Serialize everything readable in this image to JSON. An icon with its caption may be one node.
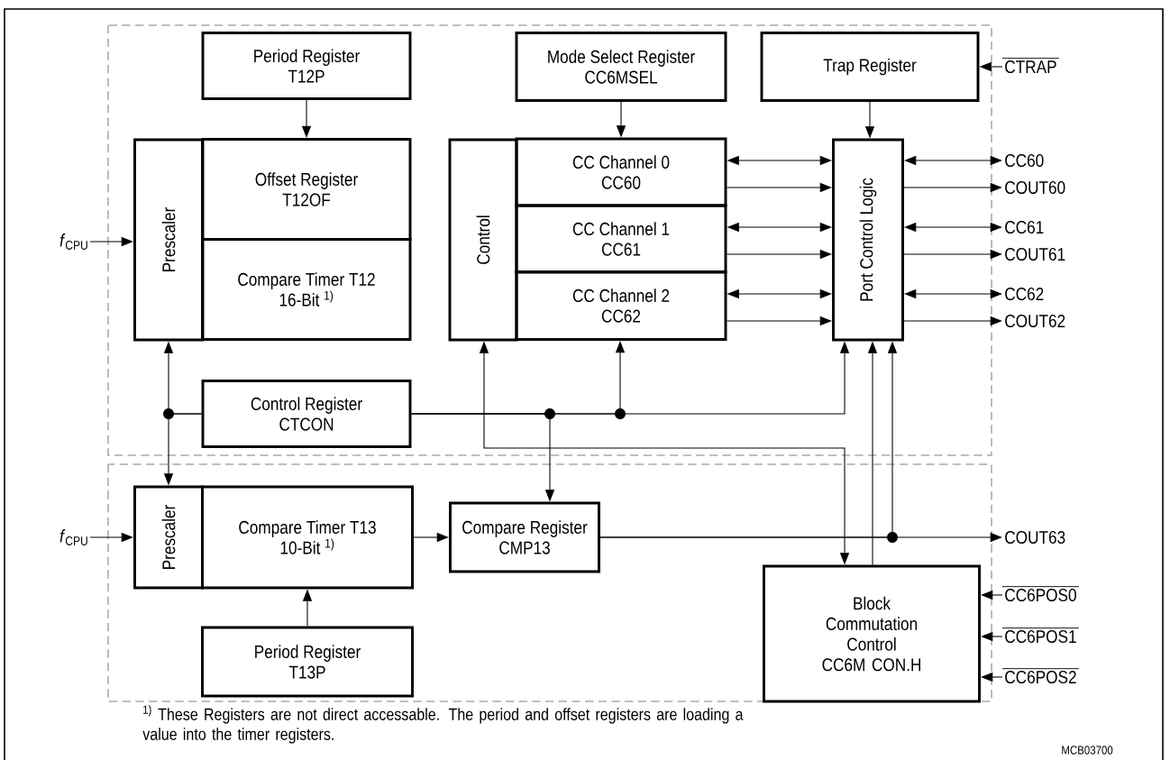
{
  "diagram": {
    "nodes": [
      {
        "text": [
          "Period Register",
          "T12P"
        ]
      },
      {
        "text": [
          "Prescaler"
        ]
      },
      {
        "text": [
          "Offset Register",
          "T12OF"
        ]
      },
      {
        "text": [
          "Compare Timer T12",
          "16-Bit $^{1)}$"
        ]
      },
      {
        "text": [
          "Mode Select Register",
          "CC6MSEL"
        ]
      },
      {
        "text": [
          "Trap Register"
        ]
      },
      {
        "text": [
          "Control"
        ]
      },
      {
        "text": [
          "CC Channel 0",
          "CC60"
        ]
      },
      {
        "text": [
          "CC Channel 1",
          "CC61"
        ]
      },
      {
        "text": [
          "CC Channel 2",
          "CC62"
        ]
      },
      {
        "text": [
          "Port Control Logic"
        ]
      },
      {
        "text": [
          "Control Register",
          "CTCON"
        ]
      },
      {
        "text": [
          "Prescaler"
        ]
      },
      {
        "text": [
          "Compare Timer T13",
          "10-Bit $^{1)}$"
        ]
      },
      {
        "text": [
          "Compare Register",
          "CMP13"
        ]
      },
      {
        "text": [
          "Period Register",
          "T13P"
        ]
      },
      {
        "text": [
          "Block Commutation Control",
          "CC6M CON.H"
        ]
      },
      {
        "text": [
          "*f*$_{CPU}$"
        ]
      },
      {
        "text": [
          "*f*$_{CPU}$"
        ]
      },
      {
        "text": [
          "CTRAP"
        ]
      },
      {
        "text": [
          "CC60"
        ]
      },
      {
        "text": [
          "COUT60"
        ]
      },
      {
        "text": [
          "CC61"
        ]
      },
      {
        "text": [
          "COUT61"
        ]
      },
      {
        "text": [
          "CC62"
        ]
      },
      {
        "text": [
          "COUT62"
        ]
      },
      {
        "text": [
          "COUT63"
        ]
      },
      {
        "text": [
          "CC6POS0"
        ]
      },
      {
        "text": [
          "CC6POS1"
        ]
      },
      {
        "text": [
          "CC6POS2"
        ]
      }
    ],
    "edges": [
      {
        "from": 0,
        "to": 2,
        "arrow": "to"
      },
      {
        "from": 17,
        "to": 1,
        "arrow": "to"
      },
      {
        "from": 4,
        "to": 7,
        "arrow": "to"
      },
      {
        "from": 5,
        "to": 10,
        "arrow": "to"
      },
      {
        "from": 19,
        "to": 5,
        "arrow": "to"
      },
      {
        "from": 7,
        "to": 10,
        "arrow": "both"
      },
      {
        "from": 7,
        "to": 10,
        "arrow": "to"
      },
      {
        "from": 8,
        "to": 10,
        "arrow": "both"
      },
      {
        "from": 8,
        "to": 10,
        "arrow": "to"
      },
      {
        "from": 9,
        "to": 10,
        "arrow": "both"
      },
      {
        "from": 9,
        "to": 10,
        "arrow": "to"
      },
      {
        "from": 10,
        "to": 20,
        "arrow": "both"
      },
      {
        "from": 10,
        "to": 21,
        "arrow": "to"
      },
      {
        "from": 10,
        "to": 22,
        "arrow": "both"
      },
      {
        "from": 10,
        "to": 23,
        "arrow": "to"
      },
      {
        "from": 10,
        "to": 24,
        "arrow": "both"
      },
      {
        "from": 10,
        "to": 25,
        "arrow": "to"
      },
      {
        "from": 11,
        "to": 1,
        "arrow": "to"
      },
      {
        "from": 11,
        "to": 12,
        "arrow": "to"
      },
      {
        "from": 11,
        "to": 14,
        "arrow": "to"
      },
      {
        "from": 11,
        "to": 9,
        "arrow": "to"
      },
      {
        "from": 11,
        "to": 10,
        "arrow": "to"
      },
      {
        "from": 6,
        "to": 16,
        "arrow": "both"
      },
      {
        "from": 16,
        "to": 10,
        "arrow": "to"
      },
      {
        "from": 13,
        "to": 14,
        "arrow": "to"
      },
      {
        "from": 15,
        "to": 13,
        "arrow": "to"
      },
      {
        "from": 18,
        "to": 12,
        "arrow": "to"
      },
      {
        "from": 14,
        "to": 26,
        "arrow": "to"
      },
      {
        "from": 14,
        "to": 10,
        "arrow": "to"
      },
      {
        "from": 27,
        "to": 16,
        "arrow": "to"
      },
      {
        "from": 28,
        "to": 16,
        "arrow": "to"
      },
      {
        "from": 29,
        "to": 16,
        "arrow": "to"
      }
    ],
    "labels": [
      "$^{1)}$ These Registers are not direct accessable. The period and offset registers are loading a value into the timer registers.",
      "MCB03700"
    ]
  }
}
